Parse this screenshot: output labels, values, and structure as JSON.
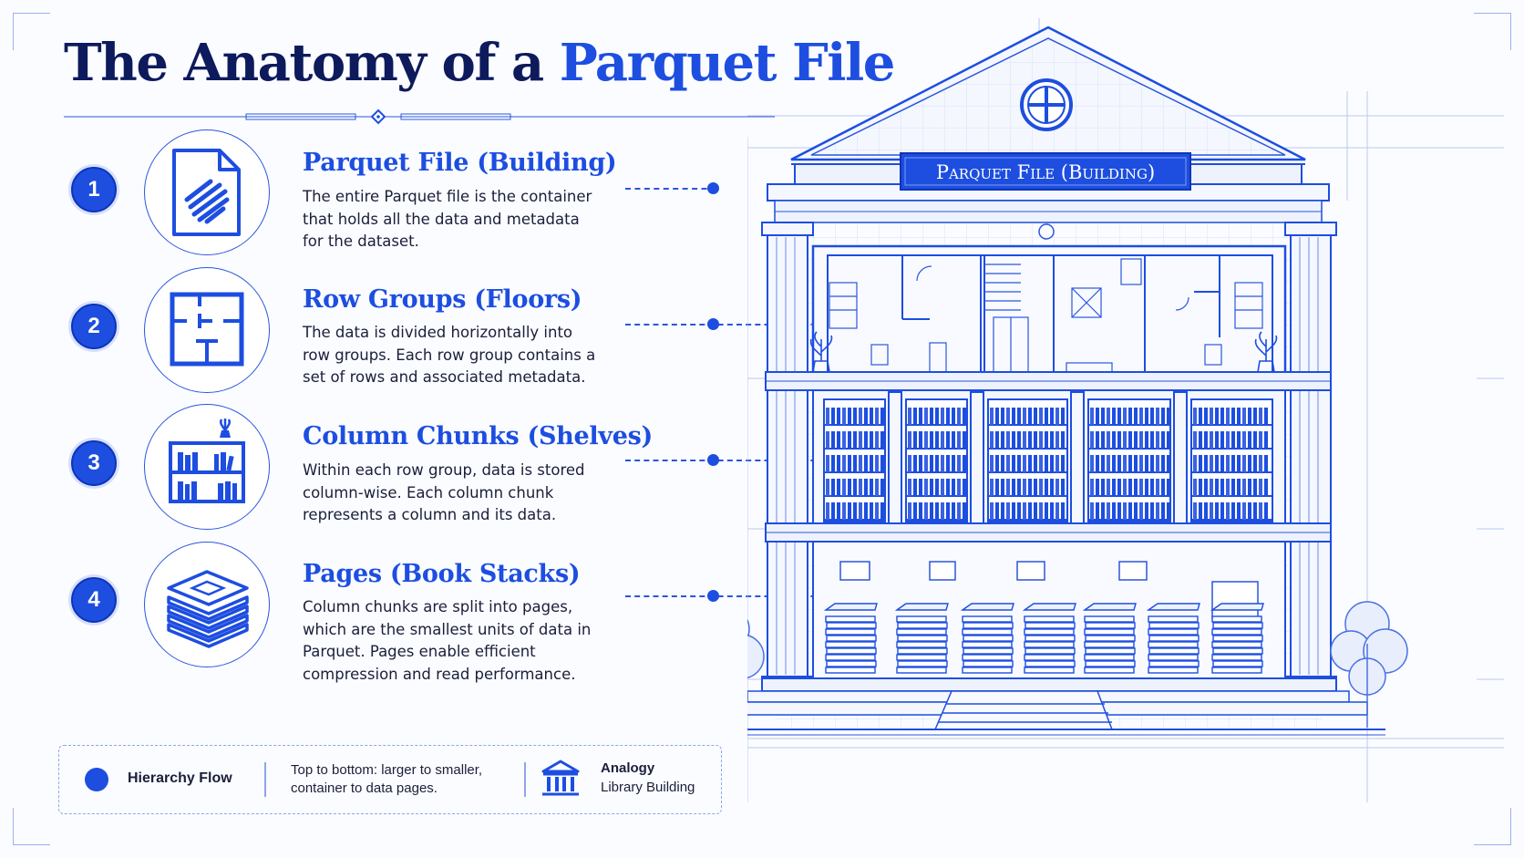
{
  "title": {
    "part1": "The Anatomy of a",
    "part2": "Parquet File"
  },
  "steps": [
    {
      "number": "1",
      "icon": "document-icon",
      "title": "Parquet File (Building)",
      "description": "The entire Parquet file is the container that holds all the data and metadata for the dataset."
    },
    {
      "number": "2",
      "icon": "floor-plan-icon",
      "title": "Row Groups (Floors)",
      "description": "The data is divided horizontally into row groups. Each row group contains a set of rows and associated metadata."
    },
    {
      "number": "3",
      "icon": "bookshelf-icon",
      "title": "Column Chunks (Shelves)",
      "description": "Within each row group, data is stored column-wise. Each column chunk represents a column and its data."
    },
    {
      "number": "4",
      "icon": "paper-stack-icon",
      "title": "Pages (Book Stacks)",
      "description": "Column chunks are split into pages, which are the smallest units of data in Parquet. Pages enable efficient compression and read performance."
    }
  ],
  "legend": {
    "label": "Hierarchy Flow",
    "note": "Top to bottom: larger to smaller, container to data pages.",
    "analogy_title": "Analogy",
    "analogy_value": "Library Building"
  },
  "building": {
    "sign": "Parquet File (Building)"
  },
  "colors": {
    "accent": "#1d4ee0",
    "navy": "#0d1a5c",
    "line": "#2a56dc",
    "grid": "#c9d5f6"
  }
}
